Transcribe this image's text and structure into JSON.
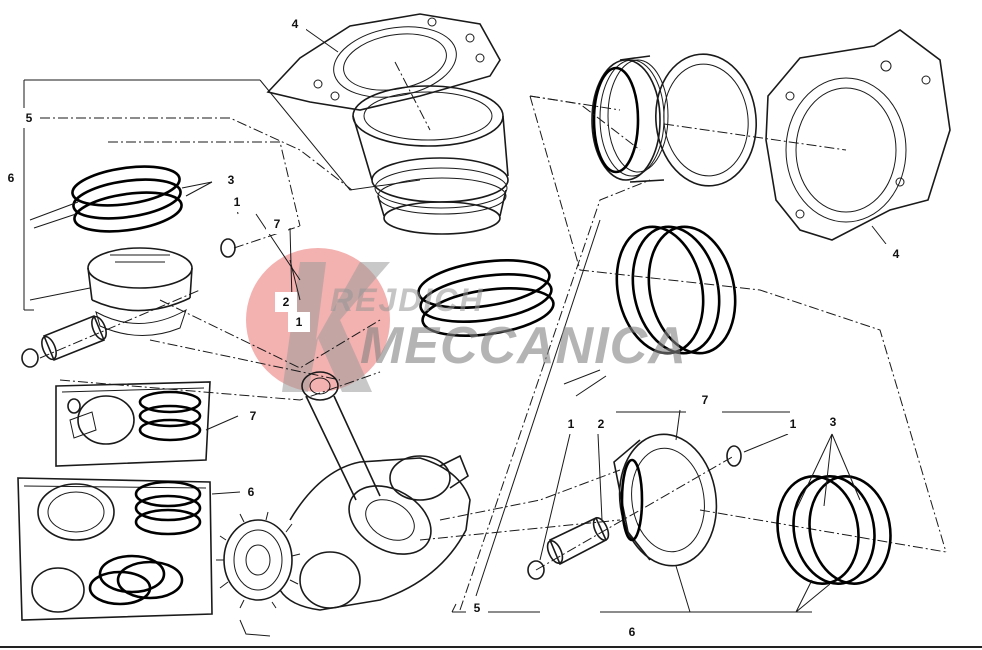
{
  "diagram": {
    "background": "#ffffff",
    "line_color": "#1a1a1a",
    "parts": [
      "cylinder-head-gasket-left",
      "cylinder-left",
      "piston-ring-set-left",
      "piston-left",
      "piston-pin-left",
      "circlip-left",
      "connecting-rod",
      "crankshaft",
      "cylinder-right",
      "cylinder-head-gasket-right",
      "piston-right",
      "piston-pin-right",
      "piston-ring-set-right",
      "piston-kit-box-7",
      "cylinder-kit-box-6"
    ]
  },
  "callouts": {
    "c4a": "4",
    "c5a": "5",
    "c6a": "6",
    "c3a": "3",
    "c1a": "1",
    "c7a": "7",
    "c2a": "2",
    "c1b": "1",
    "c7b": "7",
    "c6b": "6",
    "c4b": "4",
    "c7c": "7",
    "c1c": "1",
    "c2b": "2",
    "c1d": "1",
    "c3b": "3",
    "c5b": "5",
    "c6c": "6"
  },
  "watermark": {
    "line1": "REJDICH",
    "line2": "MECCANICA",
    "logo_color": "#e9716f",
    "text_color": "#8c8c8c"
  }
}
